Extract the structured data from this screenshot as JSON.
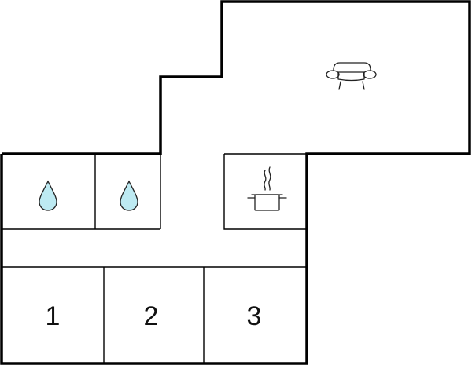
{
  "floor_plan": {
    "rooms": [
      {
        "id": "bedroom-1",
        "label": "1"
      },
      {
        "id": "bedroom-2",
        "label": "2"
      },
      {
        "id": "bedroom-3",
        "label": "3"
      }
    ],
    "icons": [
      {
        "room": "bathroom-1",
        "icon": "water-drop-icon"
      },
      {
        "room": "bathroom-2",
        "icon": "water-drop-icon"
      },
      {
        "room": "kitchen",
        "icon": "cooking-pot-icon"
      },
      {
        "room": "living-room",
        "icon": "sofa-icon"
      }
    ],
    "colors": {
      "wall": "#000000",
      "water_drop_fill": "#bdeaf2",
      "background": "#ffffff"
    }
  }
}
